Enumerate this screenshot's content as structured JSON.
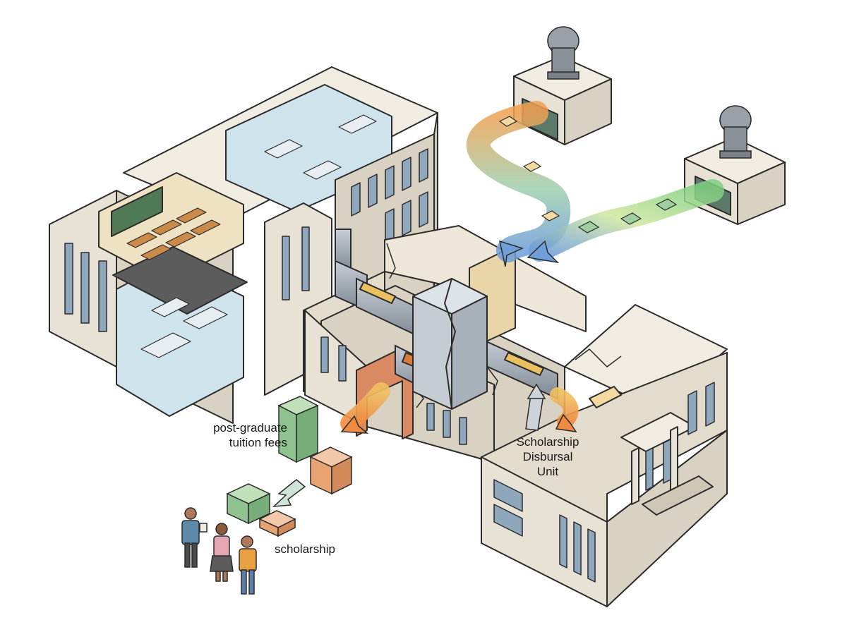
{
  "labels": {
    "tuition_line1": "post-graduate",
    "tuition_line2": "tuition fees",
    "unit_line1": "Scholarship",
    "unit_line2": "Disbursal",
    "unit_line3": "Unit",
    "scholarship": "scholarship"
  },
  "colors": {
    "wall": "#e8e2d6",
    "wall_shade": "#cfc6b6",
    "roof": "#f1ece2",
    "window": "#8fa7bd",
    "interior_blue": "#cfe3ec",
    "interior_tan": "#efe2c3",
    "pipe": "#9aa3ad",
    "money_green": "#8fc28f",
    "money_orange": "#e8a372",
    "flow_orange": "#f0a050",
    "flow_green": "#7fcf9f",
    "flow_blue": "#6f9ed8"
  },
  "icons": [
    "emblem-statue-icon",
    "banknote-stack-icon",
    "person-icon",
    "arrow-icon",
    "pipe-icon"
  ]
}
